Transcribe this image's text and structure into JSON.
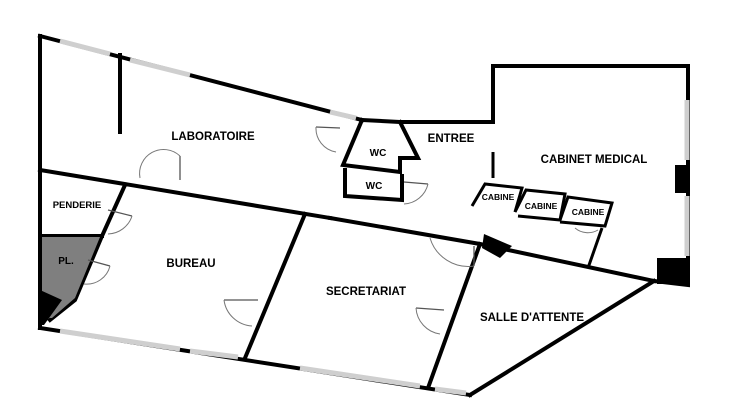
{
  "rooms": {
    "laboratoire": "LABORATOIRE",
    "wc1": "WC",
    "wc2": "WC",
    "entree": "ENTREE",
    "cabinet_medical": "CABINET MEDICAL",
    "cabine1": "CABINE",
    "cabine2": "CABINE",
    "cabine3": "CABINE",
    "penderie": "PENDERIE",
    "placard": "PL.",
    "bureau": "BUREAU",
    "secretariat": "SECRETARIAT",
    "salle_attente": "SALLE D'ATTENTE"
  },
  "colors": {
    "walls": "#000000",
    "placard_fill": "#7f7f7f",
    "windows": "#cfcfcf"
  }
}
